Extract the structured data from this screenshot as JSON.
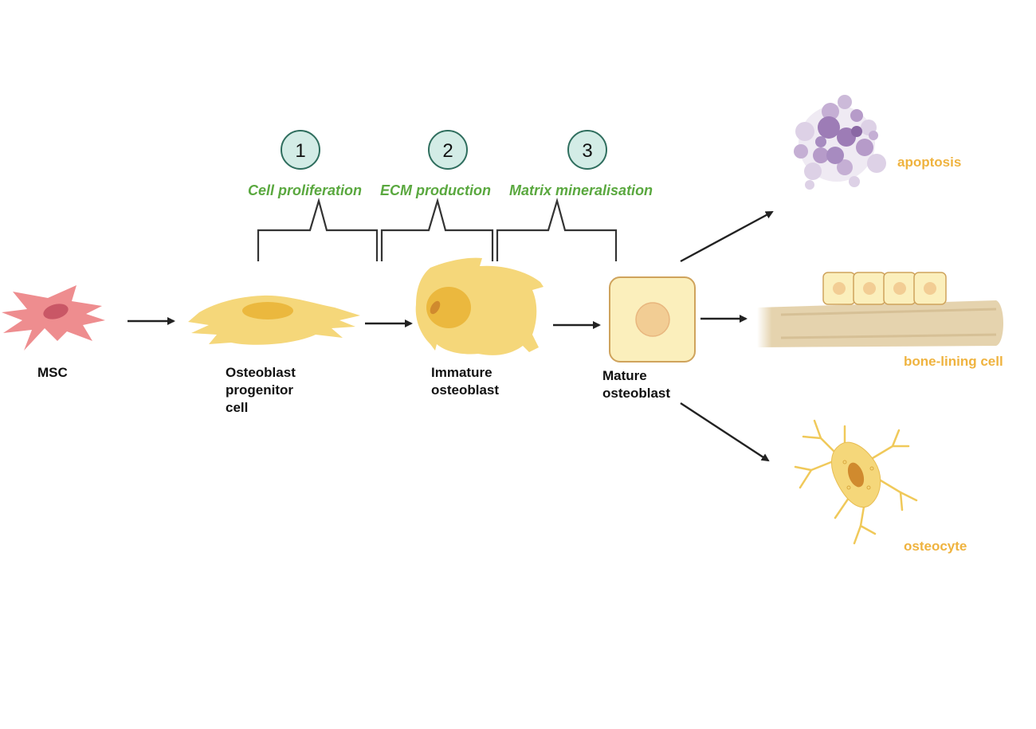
{
  "colors": {
    "stage_text": "#5aa83f",
    "fate_text": "#efb33f",
    "circle_fill": "#d3ece6",
    "circle_stroke": "#2f6e5e",
    "msc_fill": "#ee8d8f",
    "osteoblast_fill": "#f5d77a",
    "apoptosis_fill": "#a78bc0",
    "bone_fill": "#e5d3ae"
  },
  "steps": [
    {
      "number": "1",
      "label": "Cell proliferation"
    },
    {
      "number": "2",
      "label": "ECM production"
    },
    {
      "number": "3",
      "label": "Matrix mineralisation"
    }
  ],
  "cells": {
    "msc": "MSC",
    "progenitor": [
      "Osteoblast",
      "progenitor",
      "cell"
    ],
    "immature": [
      "Immature",
      "osteoblast"
    ],
    "mature": [
      "Mature",
      "osteoblast"
    ]
  },
  "fates": {
    "apoptosis": "apoptosis",
    "bone_lining": "bone-lining cell",
    "osteocyte": "osteocyte"
  }
}
